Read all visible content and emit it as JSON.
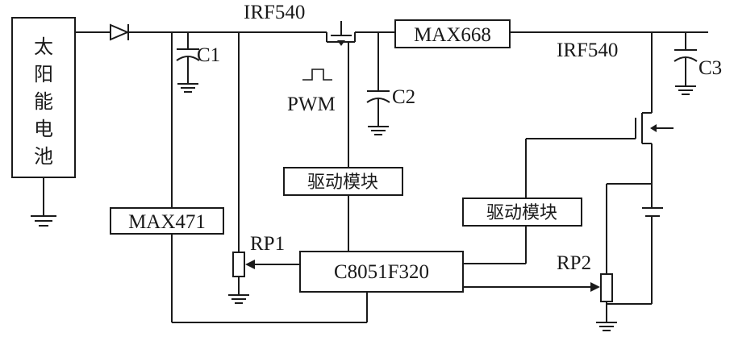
{
  "diagram": {
    "components": {
      "solar_panel": "太阳能电池",
      "mosfet_1": "IRF540",
      "mosfet_2": "IRF540",
      "regulator": "MAX668",
      "current_sensor": "MAX471",
      "driver_1": "驱动模块",
      "driver_2": "驱动模块",
      "mcu": "C8051F320",
      "pwm": "PWM"
    },
    "capacitors": {
      "c1": "C1",
      "c2": "C2",
      "c3": "C3"
    },
    "potentiometers": {
      "rp1": "RP1",
      "rp2": "RP2"
    }
  }
}
